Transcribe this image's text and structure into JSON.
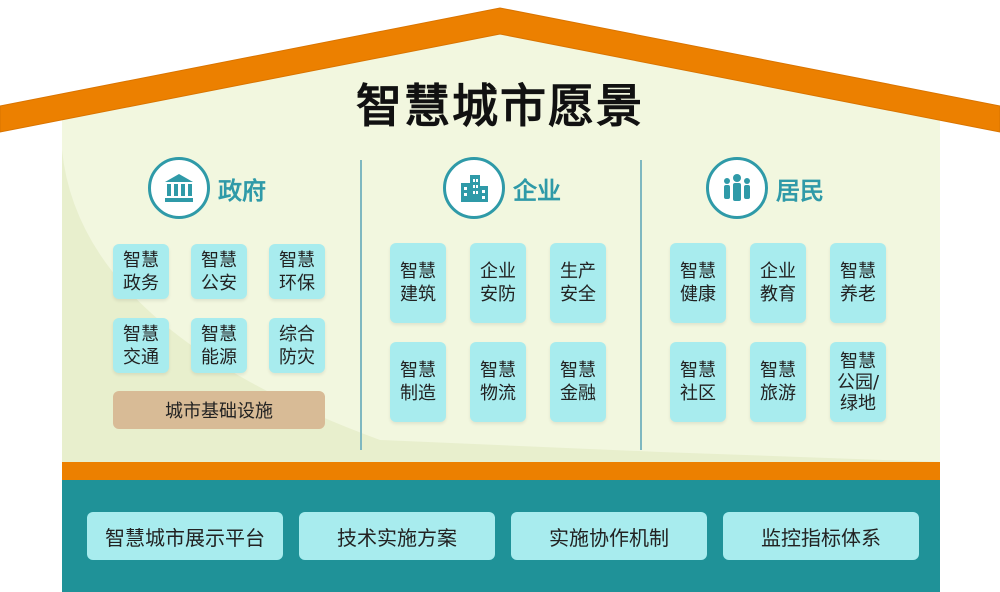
{
  "title": "智慧城市愿景",
  "colors": {
    "roof": "#ec8000",
    "wall": "#f2f7df",
    "accent": "#2f9aa8",
    "box": "#a8ecee",
    "infra": "#d8bb96",
    "base": "#1f9298"
  },
  "columns": [
    {
      "label": "政府",
      "icon": "government-building-icon",
      "items": [
        "智慧\n政务",
        "智慧\n公安",
        "智慧\n环保",
        "智慧\n交通",
        "智慧\n能源",
        "综合\n防灾"
      ],
      "extra": "城市基础设施"
    },
    {
      "label": "企业",
      "icon": "office-buildings-icon",
      "items": [
        "智慧\n建筑",
        "企业\n安防",
        "生产\n安全",
        "智慧\n制造",
        "智慧\n物流",
        "智慧\n金融"
      ]
    },
    {
      "label": "居民",
      "icon": "people-group-icon",
      "items": [
        "智慧\n健康",
        "企业\n教育",
        "智慧\n养老",
        "智慧\n社区",
        "智慧\n旅游",
        "智慧\n公园/\n绿地"
      ]
    }
  ],
  "platforms": [
    "智慧城市展示平台",
    "技术实施方案",
    "实施协作机制",
    "监控指标体系"
  ]
}
